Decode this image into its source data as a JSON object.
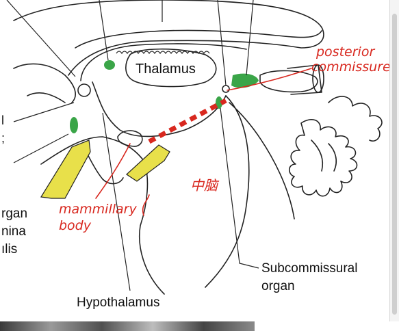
{
  "labels": {
    "thalamus": "Thalamus",
    "hypothalamus": "Hypothalamus",
    "subcommissural_line1": "Subcommissural",
    "subcommissural_line2": "organ",
    "organ_lamina_line1": "rgan",
    "organ_lamina_line2": "nina",
    "organ_lamina_line3": "ılis",
    "cut_left_1": "l",
    "cut_left_2": ";"
  },
  "annotations": {
    "posterior_line1": "posterior",
    "posterior_line2": "commissure",
    "mammillary_line1": "mammillary",
    "mammillary_line2": "body",
    "midbrain": "中脑"
  },
  "colors": {
    "annotation_red": "#d8281f",
    "organ_green": "#3aa548",
    "gland_yellow": "#e8e04a",
    "line_dark": "#222222"
  }
}
